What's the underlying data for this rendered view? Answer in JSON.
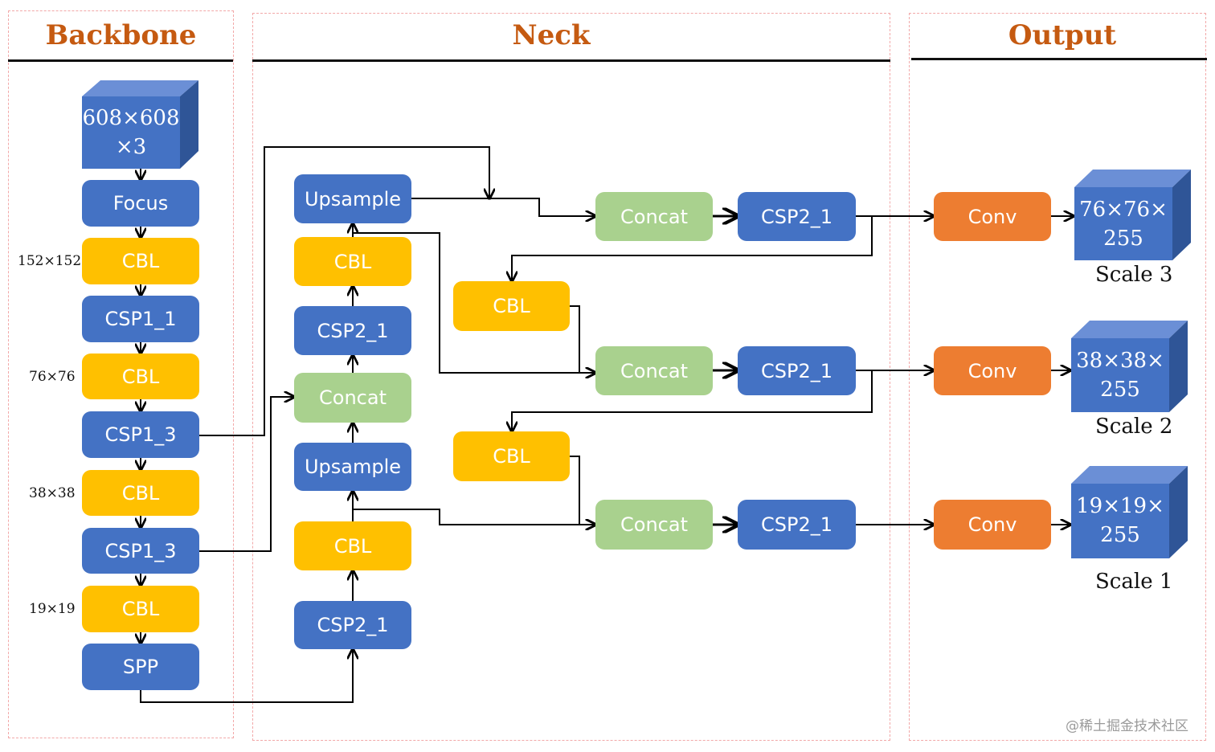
{
  "sections": {
    "backbone": "Backbone",
    "neck": "Neck",
    "output": "Output"
  },
  "input_cube": "608×608\n×3",
  "backbone": {
    "focus": "Focus",
    "cbl1": "CBL",
    "csp1_1": "CSP1_1",
    "cbl2": "CBL",
    "csp1_3a": "CSP1_3",
    "cbl3": "CBL",
    "csp1_3b": "CSP1_3",
    "cbl4": "CBL",
    "spp": "SPP",
    "dim_152": "152×152",
    "dim_76": "76×76",
    "dim_38": "38×38",
    "dim_19": "19×19"
  },
  "neck": {
    "upsample_top": "Upsample",
    "cbl_a": "CBL",
    "csp2_1_a": "CSP2_1",
    "concat_mid": "Concat",
    "upsample_low": "Upsample",
    "cbl_b": "CBL",
    "csp2_1_b": "CSP2_1",
    "concat1": "Concat",
    "csp2_1_c1": "CSP2_1",
    "cbl_c": "CBL",
    "concat2": "Concat",
    "csp2_1_c2": "CSP2_1",
    "cbl_d": "CBL",
    "concat3": "Concat",
    "csp2_1_c3": "CSP2_1"
  },
  "output": {
    "conv1": "Conv",
    "conv2": "Conv",
    "conv3": "Conv",
    "cube1": "76×76×\n255",
    "cube2": "38×38×\n255",
    "cube3": "19×19×\n255",
    "scale1": "Scale 3",
    "scale2": "Scale 2",
    "scale3": "Scale 1"
  },
  "watermark": "@稀土掘金技术社区",
  "colors": {
    "blue": "#4472c4",
    "yellow": "#ffc000",
    "green": "#a9d18e",
    "orange": "#ed7d31",
    "title": "#c55a11"
  }
}
